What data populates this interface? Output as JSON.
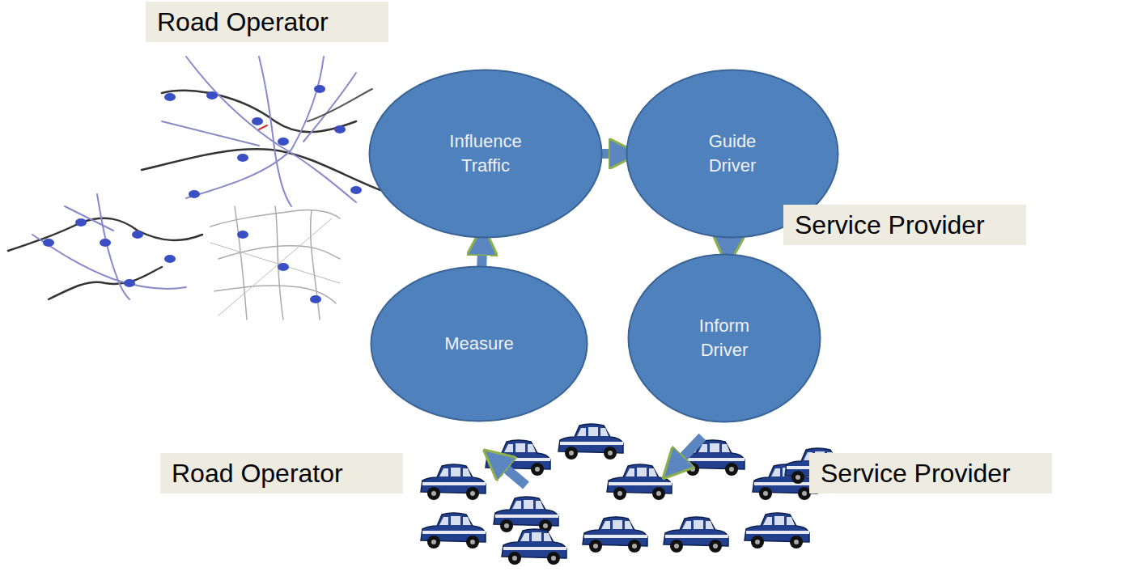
{
  "diagram": {
    "nodes": [
      {
        "text": [
          "Road Operator"
        ]
      },
      {
        "text": [
          "Influence Traffic"
        ]
      },
      {
        "text": [
          "Guide Driver"
        ]
      },
      {
        "text": [
          "Service Provider"
        ]
      },
      {
        "text": [
          "Measure"
        ]
      },
      {
        "text": [
          "Inform Driver"
        ]
      },
      {
        "text": [
          "Road Operator"
        ]
      },
      {
        "text": [
          "Service Provider"
        ]
      }
    ],
    "edges": [
      {
        "from": 1,
        "to": 2,
        "arrow": "to"
      },
      {
        "from": 2,
        "to": 5,
        "arrow": "to"
      },
      {
        "from": 4,
        "to": 1,
        "arrow": "to"
      }
    ]
  }
}
